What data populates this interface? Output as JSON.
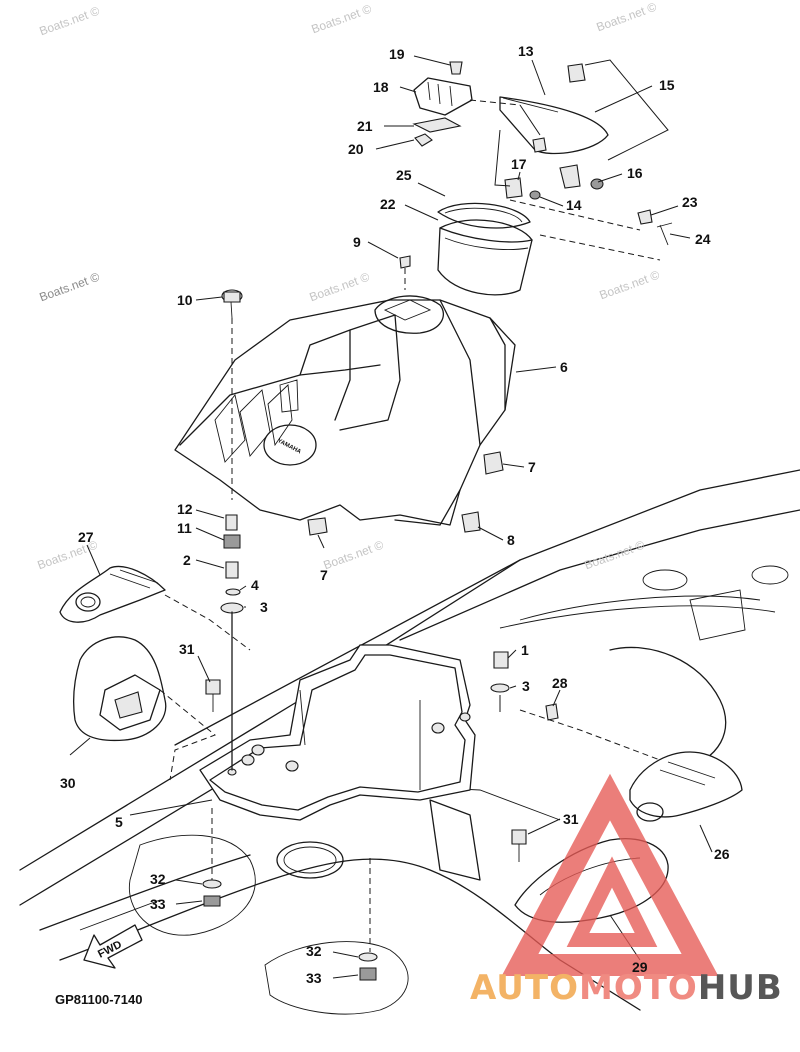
{
  "diagram_code": "GP81100-7140",
  "fwd_label": "FWD",
  "yamaha_label": "YAMAHA",
  "watermarks": [
    "Boats.net ©",
    "Boats.net ©",
    "Boats.net ©",
    "Boats.net ©",
    "Boats.net ©",
    "Boats.net ©",
    "Boats.net ©",
    "Boats.net ©",
    "Boats.net ©"
  ],
  "brand": {
    "part1": "AUTO",
    "part2": "MOTO",
    "part3": "HUB",
    "color1": "#f3b366",
    "color2": "#f08b82",
    "color3": "#575757"
  },
  "logo_color": "#e65a55",
  "callouts": [
    "19",
    "13",
    "18",
    "15",
    "21",
    "20",
    "17",
    "16",
    "25",
    "14",
    "23",
    "22",
    "24",
    "9",
    "10",
    "6",
    "7",
    "12",
    "11",
    "8",
    "27",
    "7",
    "2",
    "4",
    "3",
    "1",
    "31",
    "3",
    "28",
    "30",
    "5",
    "31",
    "26",
    "32",
    "33",
    "32",
    "33",
    "29"
  ]
}
